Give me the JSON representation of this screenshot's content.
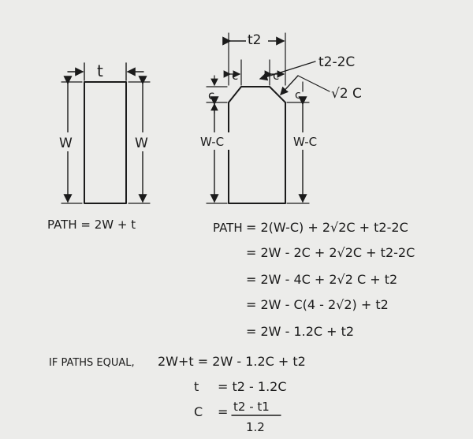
{
  "diagram": {
    "left_figure": {
      "width_label": "t",
      "height_label_left": "W",
      "height_label_right": "W"
    },
    "right_figure": {
      "width_label": "t2",
      "top_left_label": "c",
      "top_right_label": "c",
      "side_left_label": "c",
      "side_right_label": "c",
      "callout_top": "t2-2C",
      "callout_diag": "√2 C",
      "height_label_left": "W-C",
      "height_label_right": "W-C"
    }
  },
  "equations": {
    "path_left": "PATH = 2W + t",
    "path_right_prefix": "PATH",
    "path_right_1": "= 2(W-C) + 2√2C + t2-2C",
    "path_right_2": "= 2W - 2C + 2√2C + t2-2C",
    "path_right_3": "= 2W - 4C + 2√2 C + t2",
    "path_right_4": "= 2W - C(4 - 2√2) + t2",
    "path_right_5": "= 2W - 1.2C + t2",
    "cond_label": "IF PATHS EQUAL,",
    "cond_eq": "2W+t  =  2W - 1.2C + t2",
    "t_lhs": "t",
    "t_rhs": "=   t2 - 1.2C",
    "c_lhs": "C",
    "c_eq": "=",
    "c_num": "t2 - t1",
    "c_den": "1.2"
  }
}
